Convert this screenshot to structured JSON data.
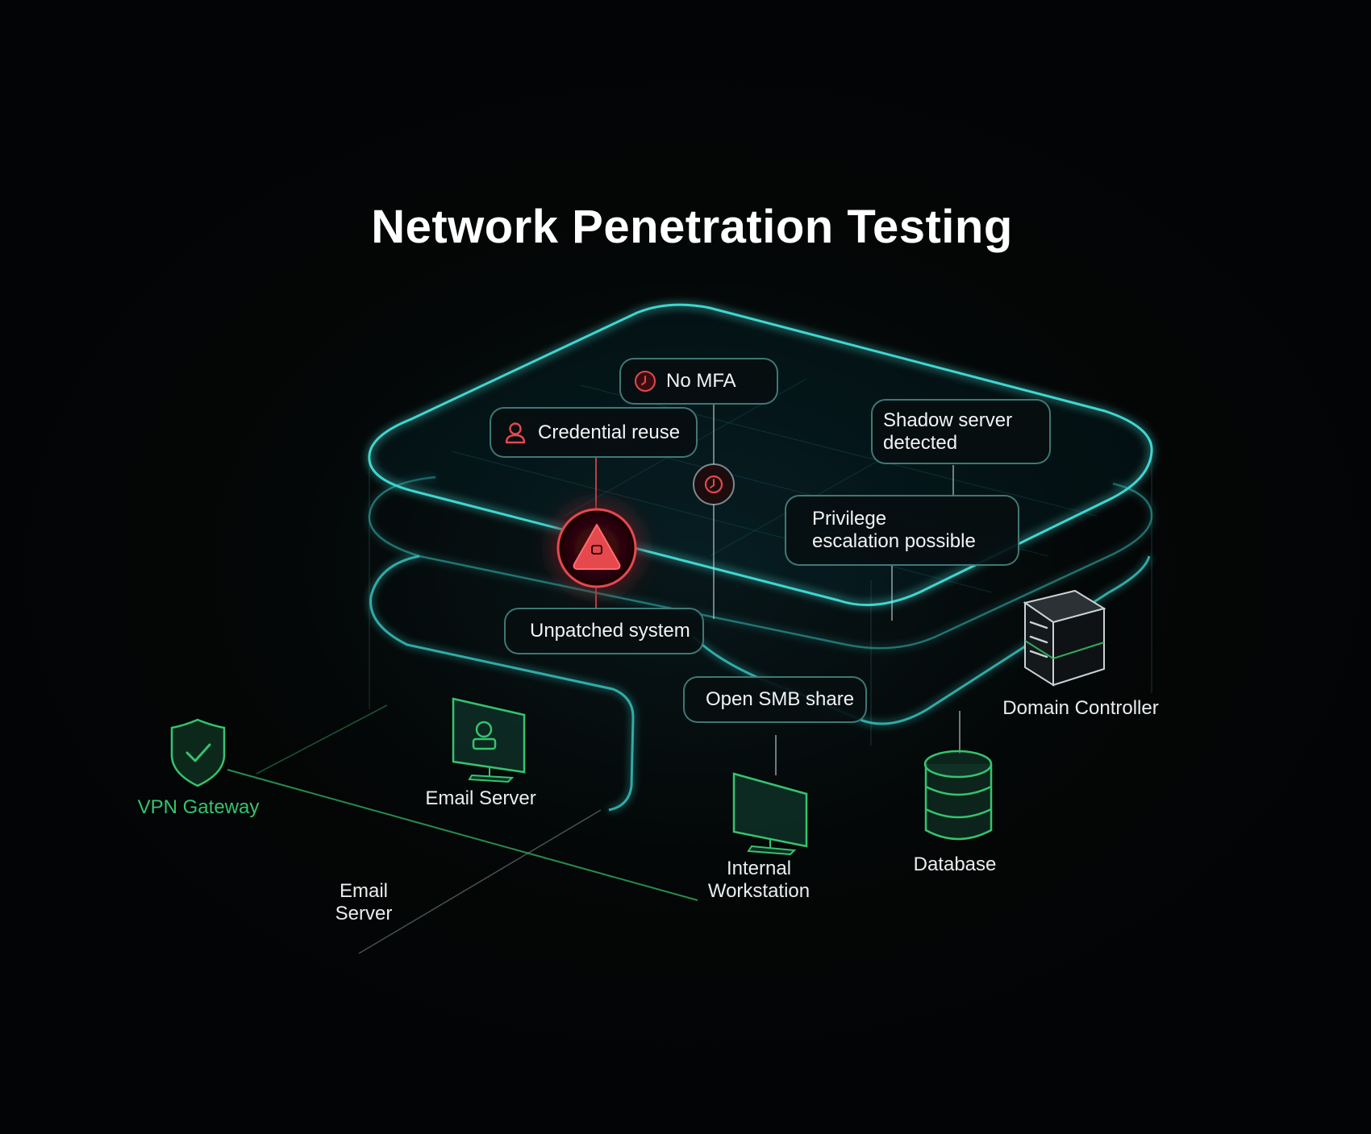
{
  "title": "Network Penetration Testing",
  "findings": {
    "no_mfa": "No MFA",
    "credential_reuse": "Credential reuse",
    "shadow_server": "Shadow server\ndetected",
    "privilege_escalation": "Privilege\nescalation possible",
    "unpatched_system": "Unpatched system",
    "open_smb_share": "Open SMB share"
  },
  "assets": {
    "vpn_gateway": "VPN Gateway",
    "email_server_primary": "Email Server",
    "email_server_secondary": "Email\nServer",
    "internal_workstation": "Internal\nWorkstation",
    "database": "Database",
    "domain_controller": "Domain Controller"
  },
  "colors": {
    "layer_outline": "#3fd6d0",
    "alert_red": "#e5484d",
    "safe_green": "#35c46e",
    "background": "#030405"
  }
}
